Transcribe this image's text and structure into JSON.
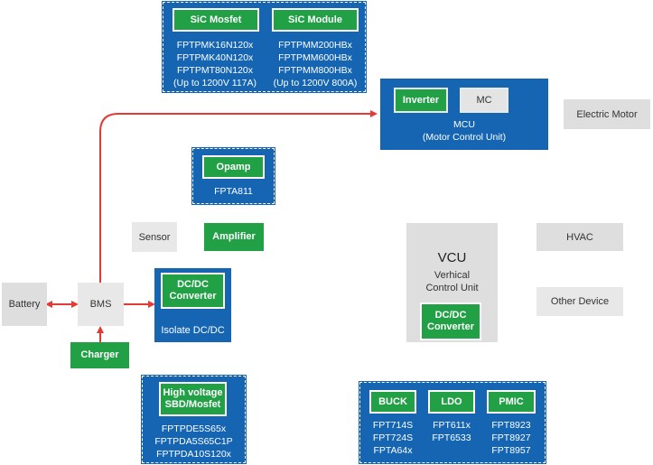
{
  "sic": {
    "mosfet_label": "SiC Mosfet",
    "mosfet_parts": "FPTPMK16N120x\nFPTPMK40N120x\nFPTPMT80N120x\n(Up to 1200V 117A)",
    "module_label": "SiC Module",
    "module_parts": "FPTPMM200HBx\nFPTPMM600HBx\nFPTPMM800HBx\n(Up to 1200V 800A)"
  },
  "mcu": {
    "inverter_label": "Inverter",
    "mc_label": "MC",
    "caption": "MCU\n(Motor Control Unit)"
  },
  "electric_motor": "Electric Motor",
  "opamp": {
    "label": "Opamp",
    "part": "FPTA811"
  },
  "sensor": "Sensor",
  "amplifier": "Amplifier",
  "vcu": {
    "title": "VCU",
    "subtitle": "Verhical\nControl Unit",
    "converter_label": "DC/DC\nConverter"
  },
  "hvac": "HVAC",
  "other_device": "Other Device",
  "battery": "Battery",
  "bms": "BMS",
  "isolate": {
    "converter_label": "DC/DC\nConverter",
    "caption": "Isolate DC/DC"
  },
  "charger": "Charger",
  "hv": {
    "label": "High voltage\nSBD/Mosfet",
    "parts": "FPTPDE5S65x\nFPTPDA5S65C1P\nFPTPDA10S120x"
  },
  "power": {
    "buck_label": "BUCK",
    "buck_parts": "FPT714S\nFPT724S\nFPTA64x",
    "ldo_label": "LDO",
    "ldo_parts": "FPT611x\nFPT6533",
    "pmic_label": "PMIC",
    "pmic_parts": "FPT8923\nFPT8927\nFPT8957"
  },
  "colors": {
    "blue_panel": "#1565b2",
    "green_label": "#22a045",
    "gray_box": "#dedede",
    "arrow_red": "#e53935"
  }
}
